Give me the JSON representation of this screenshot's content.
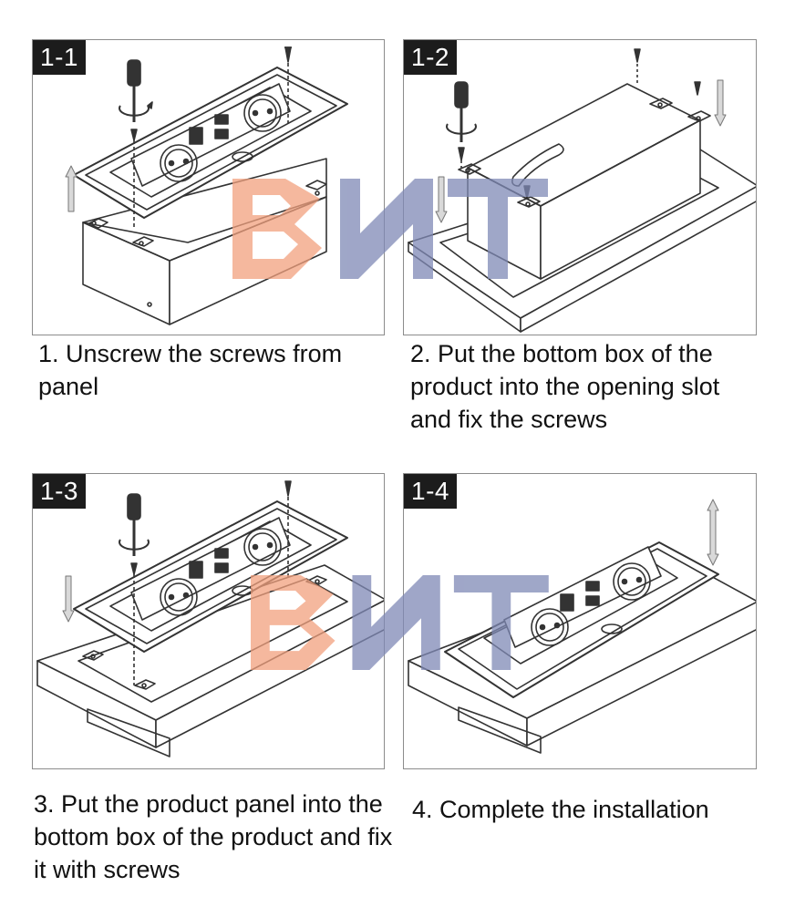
{
  "steps": [
    {
      "badge": "1-1",
      "caption": "1. Unscrew the screws from panel"
    },
    {
      "badge": "1-2",
      "caption": "2. Put the bottom box of the product into the opening slot and fix the screws"
    },
    {
      "badge": "1-3",
      "caption": "3. Put the product panel into the bottom box of the product and fix it with screws"
    },
    {
      "badge": "1-4",
      "caption": "4. Complete the installation"
    }
  ],
  "watermark": {
    "colors": {
      "b": "#f2a07e",
      "nt": "#7f89b6"
    }
  },
  "colors": {
    "line": "#333333",
    "panel_border": "#8c8c8c",
    "badge_bg": "#1c1c1c",
    "arrow_fill": "#d9d9d9"
  }
}
